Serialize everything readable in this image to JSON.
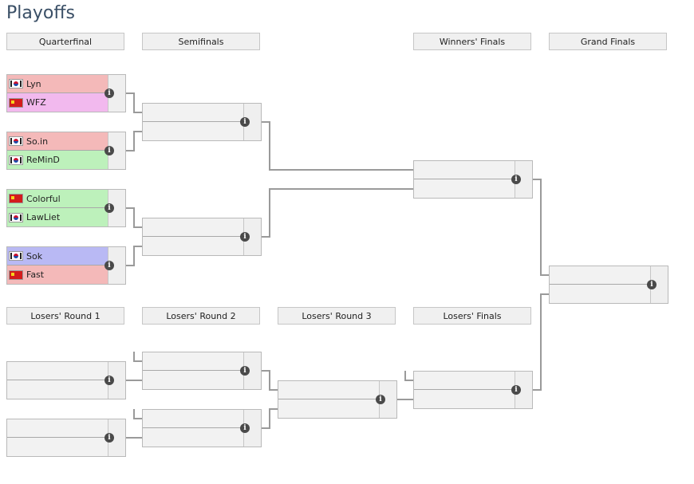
{
  "title": "Playoffs",
  "headers": {
    "quarterfinal": "Quarterfinal",
    "semifinals": "Semifinals",
    "winners_finals": "Winners' Finals",
    "grand_finals": "Grand Finals",
    "losers_round_1": "Losers' Round 1",
    "losers_round_2": "Losers' Round 2",
    "losers_round_3": "Losers' Round 3",
    "losers_finals": "Losers' Finals"
  },
  "info_glyph": "i",
  "colors": {
    "red": "#f4b9b9",
    "pink": "#f2b9ee",
    "green": "#bdf1bb",
    "blue": "#b9b9f4"
  },
  "quarterfinals": [
    {
      "p1": {
        "name": "Lyn",
        "flag": "kr-flag-icon",
        "color": "red"
      },
      "p2": {
        "name": "WFZ",
        "flag": "cn-flag-icon",
        "color": "pink"
      }
    },
    {
      "p1": {
        "name": "So.in",
        "flag": "kr-flag-icon",
        "color": "red"
      },
      "p2": {
        "name": "ReMinD",
        "flag": "kr-flag-icon",
        "color": "green"
      }
    },
    {
      "p1": {
        "name": "Colorful",
        "flag": "cn-flag-icon",
        "color": "green"
      },
      "p2": {
        "name": "LawLiet",
        "flag": "kr-flag-icon",
        "color": "green"
      }
    },
    {
      "p1": {
        "name": "Sok",
        "flag": "kr-flag-icon",
        "color": "blue"
      },
      "p2": {
        "name": "Fast",
        "flag": "cn-flag-icon",
        "color": "red"
      }
    }
  ]
}
